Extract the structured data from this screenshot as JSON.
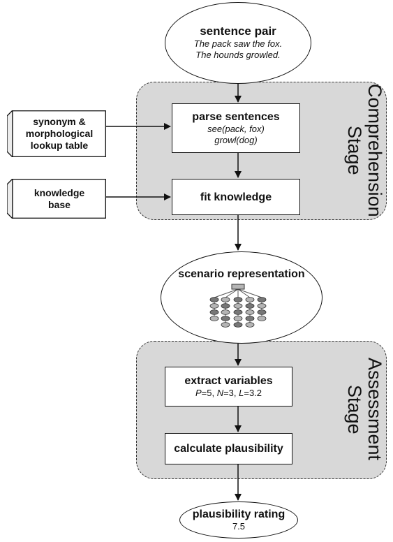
{
  "diagram": {
    "sentence_pair": {
      "title": "sentence pair",
      "line1": "The pack saw the fox.",
      "line2": "The hounds growled."
    },
    "comprehension_stage": {
      "label_line1": "Comprehension",
      "label_line2": "Stage"
    },
    "synonym_table": {
      "line1": "synonym &",
      "line2": "morphological",
      "line3": "lookup table"
    },
    "parse_sentences": {
      "title": "parse sentences",
      "line1": "see(pack, fox)",
      "line2": "growl(dog)"
    },
    "knowledge_base": {
      "line1": "knowledge",
      "line2": "base"
    },
    "fit_knowledge": {
      "title": "fit knowledge"
    },
    "scenario_representation": {
      "title": "scenario representation",
      "icon": "tree-structure-icon"
    },
    "assessment_stage": {
      "label_line1": "Assessment",
      "label_line2": "Stage"
    },
    "extract_variables": {
      "title": "extract variables",
      "p_var": "P",
      "p_val": "=5, ",
      "n_var": "N",
      "n_val": "=3, ",
      "l_var": "L",
      "l_val": "=3.2"
    },
    "calculate_plausibility": {
      "title": "calculate plausibility"
    },
    "plausibility_rating": {
      "title": "plausibility rating",
      "value": "7.5"
    }
  },
  "colors": {
    "stage_fill": "#d8d8d8",
    "node_fill": "#ffffff",
    "stroke": "#111111",
    "tree_node_dark": "#777777",
    "tree_node_light": "#b5b5b5"
  }
}
